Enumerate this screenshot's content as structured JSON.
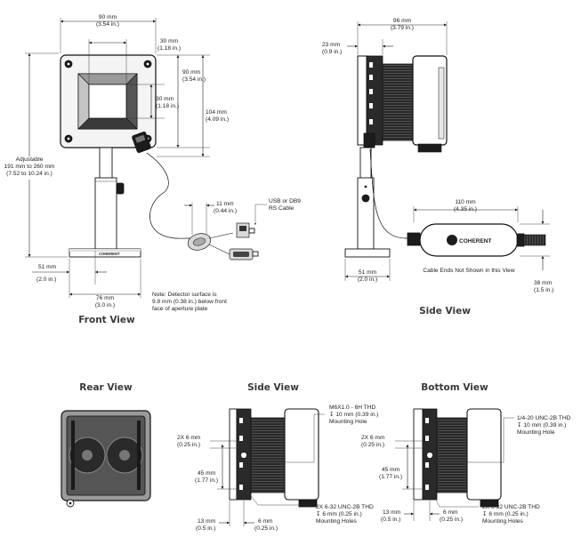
{
  "front_view": {
    "title": "Front View",
    "width": "90 mm",
    "width_in": "(3.54 in.)",
    "aperture_w": "30 mm",
    "aperture_w_in": "(1.18 in.)",
    "height_90": "90 mm",
    "height_90_in": "(3.54 in.)",
    "aperture_h": "30 mm",
    "aperture_h_in": "(1.18 in.)",
    "height_104": "104 mm",
    "height_104_in": "(4.09 in.)",
    "adjustable_1": "Adjustable",
    "adjustable_2": "191 mm to 260 mm",
    "adjustable_3": "(7.52 to 10.24 in.)",
    "cable_11": "11 mm",
    "cable_11_in": "(0.44 in.)",
    "usb_1": "USB or DB9",
    "usb_2": "RS Cable",
    "base_51": "51 mm",
    "base_51_in": "(2.0 in.)",
    "base_76": "76 mm",
    "base_76_in": "(3.0 in.)",
    "note_1": "Note: Detector surface is",
    "note_2": "9.8 mm (0.38 in.) below front",
    "note_3": "face of aperture plate",
    "brand": "COHERENT"
  },
  "side_view_top": {
    "title": "Side View",
    "depth_96": "96 mm",
    "depth_96_in": "(3.79 in.)",
    "depth_23": "23 mm",
    "depth_23_in": "(0.9 in.)",
    "box_110": "110 mm",
    "box_110_in": "(4.35 in.)",
    "base_51": "51 mm",
    "base_51_in": "(2.0 in.)",
    "cable_note": "Cable Ends Not Shown in this View",
    "box_38": "38 mm",
    "box_38_in": "(1.5 in.)",
    "brand": "COHERENT"
  },
  "rear_view": {
    "title": "Rear View"
  },
  "side_view_bottom": {
    "title": "Side View",
    "hole_1": "M6X1.0 - 6H THD",
    "hole_2": "↧ 10 mm (0.39 in.)",
    "hole_3": "Mounting Hole",
    "d_6": "2X 6 mm",
    "d_6_in": "(0.25 in.)",
    "d_45": "45 mm",
    "d_45_in": "(1.77 in.)",
    "holes_1": "2X 6-32 UNC-2B THD",
    "holes_2": "↧ 6 mm (0.25 in.)",
    "holes_3": "Mounting Holes",
    "d_13": "13 mm",
    "d_13_in": "(0.5 in.)",
    "d_6b": "6 mm",
    "d_6b_in": "(0.25 in.)"
  },
  "bottom_view": {
    "title": "Bottom View",
    "hole_1": "1/4-20 UNC-2B THD",
    "hole_2": "↧ 10 mm (0.39 in.)",
    "hole_3": "Mounting Hole",
    "d_6": "2X 6 mm",
    "d_6_in": "(0.25 in.)",
    "d_45": "45 mm",
    "d_45_in": "(1.77 in.)",
    "d_13": "13 mm",
    "d_13_in": "(0.5 in.)",
    "d_6b": "6 mm",
    "d_6b_in": "(0.25 in.)"
  }
}
